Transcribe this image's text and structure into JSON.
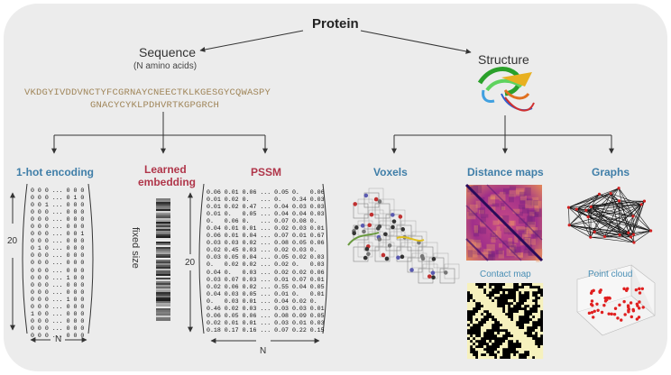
{
  "title": "Protein",
  "sequence": {
    "label": "Sequence",
    "sublabel": "(N amino acids)",
    "line1": "VKDGYIVDDVNCTYFCGRNAYCNEECTKLKGESGYCQWASPY",
    "line2": "GNACYCYKLPDHVRTKGPGRCH"
  },
  "structure": {
    "label": "Structure"
  },
  "methods": {
    "onehot": "1-hot encoding",
    "learned1": "Learned",
    "learned2": "embedding",
    "pssm": "PSSM",
    "voxels": "Voxels",
    "distance": "Distance maps",
    "graphs": "Graphs",
    "contact": "Contact map",
    "pointcloud": "Point cloud"
  },
  "dims": {
    "twenty": "20",
    "n": "N",
    "fixed": "fixed size"
  },
  "onehot_rows": [
    "0 0 0 ... 0 0 0",
    "0 0 0 ... 0 1 0",
    "0 0 1 ... 0 0 0",
    "0 0 0 ... 0 0 0",
    "0 0 0 ... 0 0 0",
    "0 0 0 ... 0 0 0",
    "0 0 0 ... 0 0 1",
    "0 0 0 ... 0 0 0",
    "0 1 0 ... 0 0 0",
    "0 0 0 ... 0 0 0",
    "0 0 0 ... 0 0 0",
    "0 0 0 ... 0 0 0",
    "0 0 0 ... 1 0 0",
    "0 0 0 ... 0 0 0",
    "0 0 0 ... 0 0 0",
    "0 0 0 ... 1 0 0",
    "0 0 0 ... 0 0 0",
    "1 0 0 ... 0 0 0",
    "0 0 0 ... 0 0 0",
    "0 0 0 ... 0 0 0",
    "0 0 0 ... 0 0 0"
  ],
  "pssm_rows": [
    "0.06 0.01 0.06 ... 0.05 0.   0.06",
    "0.01 0.02 0.   ... 0.   0.34 0.03",
    "0.01 0.02 0.47 ... 0.04 0.03 0.03",
    "0.01 0.   0.05 ... 0.04 0.04 0.03",
    "0.   0.06 0.   ... 0.07 0.08 0.",
    "0.04 0.01 0.01 ... 0.02 0.03 0.01",
    "0.06 0.01 0.04 ... 0.07 0.01 0.67",
    "0.03 0.03 0.02 ... 0.08 0.05 0.06",
    "0.02 0.45 0.03 ... 0.02 0.03 0.",
    "0.03 0.05 0.04 ... 0.05 0.02 0.03",
    "0.   0.02 0.02 ... 0.02 0.   0.03",
    "0.04 0.   0.03 ... 0.02 0.02 0.06",
    "0.03 0.07 0.03 ... 0.01 0.07 0.01",
    "0.02 0.06 0.02 ... 0.55 0.04 0.05",
    "0.04 0.03 0.05 ... 0.01 0.   0.01",
    "0.   0.03 0.01 ... 0.04 0.02 0.",
    "0.46 0.02 0.03 ... 0.03 0.03 0.01",
    "0.06 0.05 0.06 ... 0.08 0.09 0.05",
    "0.02 0.01 0.01 ... 0.03 0.01 0.03",
    "0.18 0.17 0.16 ... 0.07 0.22 0.15"
  ],
  "colors": {
    "panel": "#ececec",
    "blue_label": "#3f7ea8",
    "red_label": "#b0364a",
    "sequence_text": "#a0865a",
    "contact_fg": "#f6f1bd",
    "points": "#e02020"
  }
}
